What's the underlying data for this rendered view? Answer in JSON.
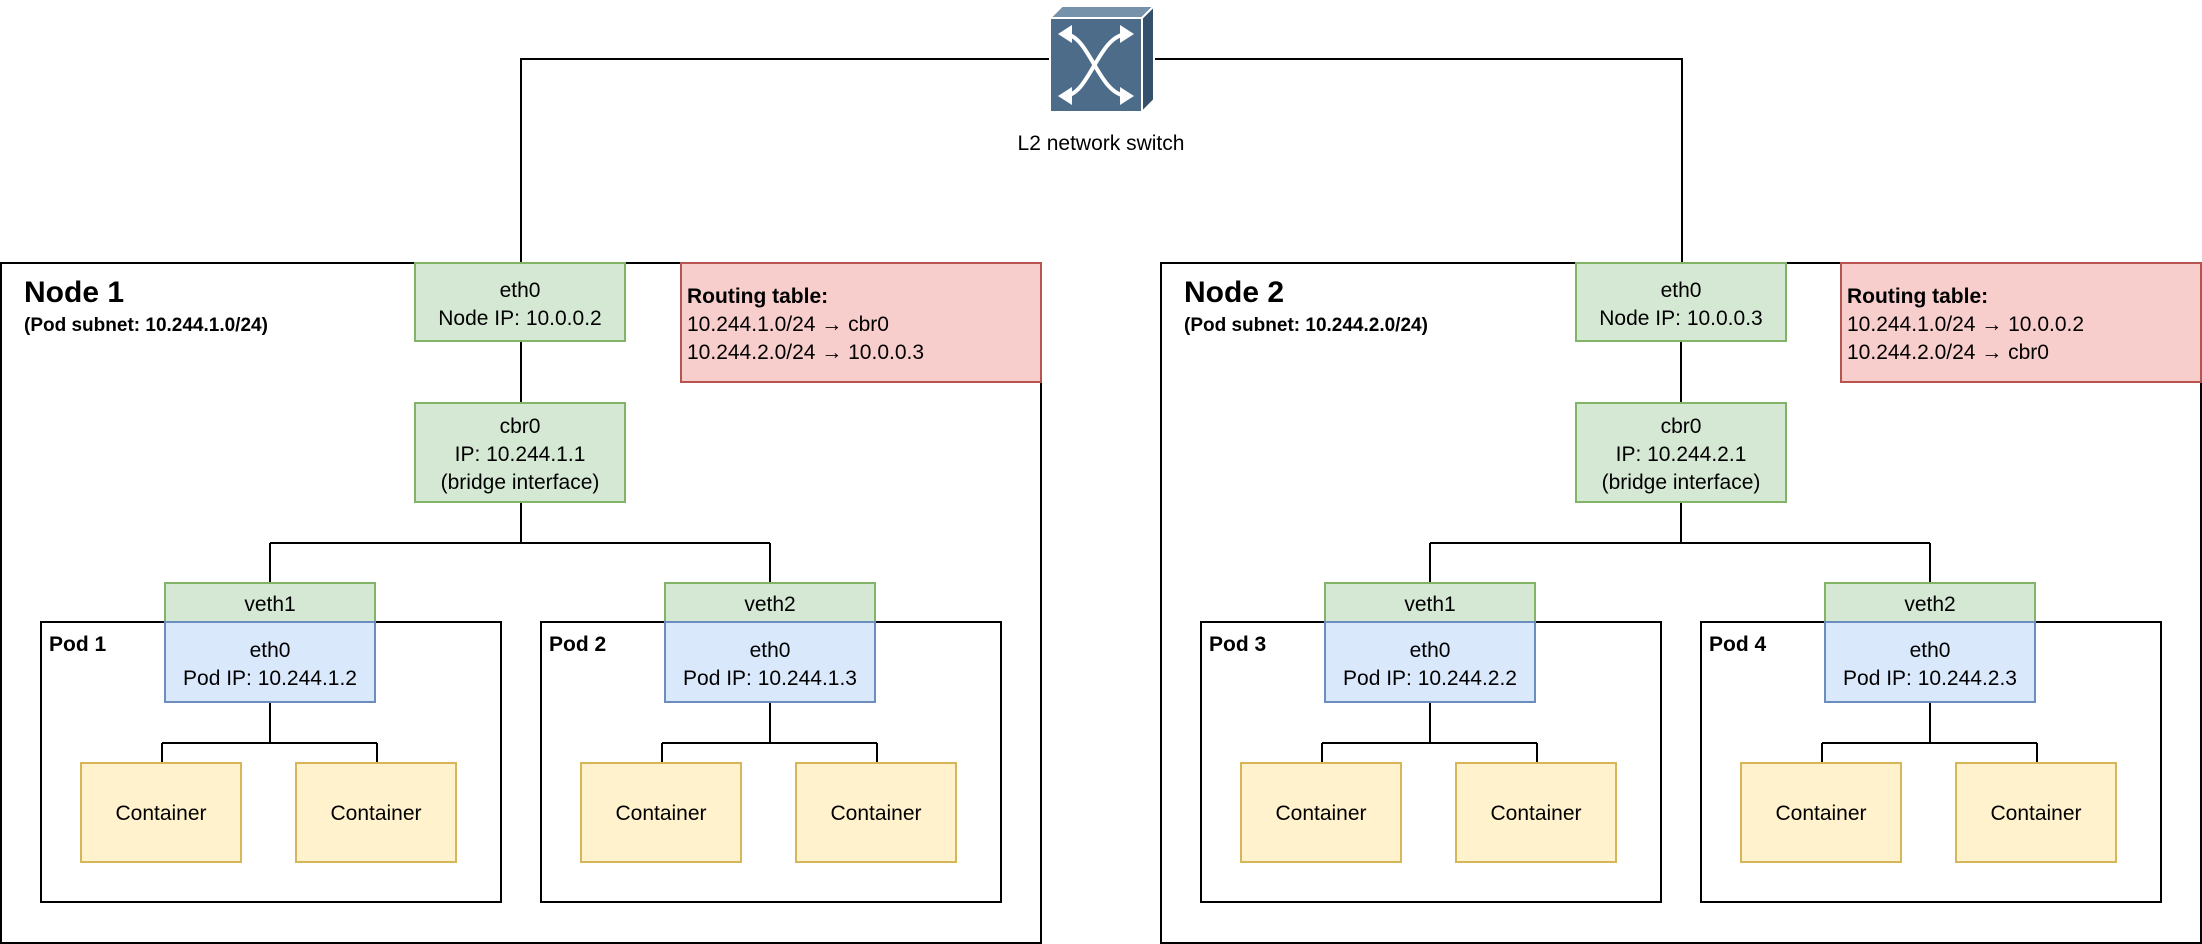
{
  "switch": {
    "label": "L2 network switch",
    "icon": "network-switch-icon"
  },
  "nodes": [
    {
      "title": "Node 1",
      "subnet_text": "(Pod subnet: 10.244.1.0/24)",
      "eth0": {
        "name": "eth0",
        "ip": "Node IP: 10.0.0.2"
      },
      "cbr0": {
        "name": "cbr0",
        "ip": "IP: 10.244.1.1",
        "desc": "(bridge interface)"
      },
      "routing": {
        "title": "Routing table:",
        "lines": [
          "10.244.1.0/24 → cbr0",
          "10.244.2.0/24 → 10.0.0.3"
        ]
      },
      "pods": [
        {
          "title": "Pod 1",
          "veth": "veth1",
          "eth0": "eth0",
          "ip": "Pod IP: 10.244.1.2",
          "containers": [
            "Container",
            "Container"
          ]
        },
        {
          "title": "Pod 2",
          "veth": "veth2",
          "eth0": "eth0",
          "ip": "Pod IP: 10.244.1.3",
          "containers": [
            "Container",
            "Container"
          ]
        }
      ]
    },
    {
      "title": "Node 2",
      "subnet_text": "(Pod subnet: 10.244.2.0/24)",
      "eth0": {
        "name": "eth0",
        "ip": "Node IP: 10.0.0.3"
      },
      "cbr0": {
        "name": "cbr0",
        "ip": "IP: 10.244.2.1",
        "desc": "(bridge interface)"
      },
      "routing": {
        "title": "Routing table:",
        "lines": [
          "10.244.1.0/24 → 10.0.0.2",
          "10.244.2.0/24 → cbr0"
        ]
      },
      "pods": [
        {
          "title": "Pod 3",
          "veth": "veth1",
          "eth0": "eth0",
          "ip": "Pod IP: 10.244.2.2",
          "containers": [
            "Container",
            "Container"
          ]
        },
        {
          "title": "Pod 4",
          "veth": "veth2",
          "eth0": "eth0",
          "ip": "Pod IP: 10.244.2.3",
          "containers": [
            "Container",
            "Container"
          ]
        }
      ]
    }
  ],
  "colors": {
    "green_fill": "#d5e8d4",
    "green_stroke": "#82b366",
    "red_fill": "#f8cecc",
    "red_stroke": "#b85450",
    "blue_fill": "#dae8fc",
    "blue_stroke": "#6c8ebf",
    "yellow_fill": "#fff2cc",
    "yellow_stroke": "#d6b656",
    "switch_fill": "#4c6c8a",
    "line": "#000000"
  }
}
